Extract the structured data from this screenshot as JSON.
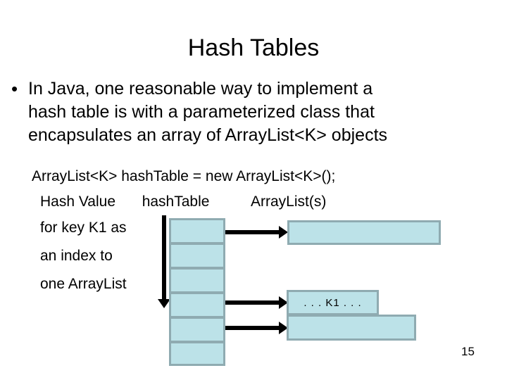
{
  "slide": {
    "title": "Hash Tables",
    "page_number": "15",
    "bullets": [
      {
        "marker": "•",
        "lines": [
          "In Java, one reasonable way to implement a",
          "hash table is with a parameterized class that",
          "encapsulates an array of ArrayList<K> objects"
        ]
      }
    ],
    "code_line": "ArrayList<K> hashTable = new ArrayList<K>();",
    "column_headers": {
      "hash_value": "Hash Value",
      "hash_table": "hashTable",
      "array_lists": "ArrayList(s)"
    },
    "left_notes": [
      "for key K1 as",
      "an index to",
      "one ArrayList"
    ],
    "hash_table_cells": [
      "",
      "",
      "",
      "",
      "",
      ""
    ],
    "array_list_boxes": [
      "",
      ". . . K1 . . .",
      ""
    ],
    "colors": {
      "box_fill": "#bce2e8",
      "box_border": "#8fabb1",
      "arrow": "#000000",
      "text": "#000000",
      "background": "#ffffff"
    }
  }
}
